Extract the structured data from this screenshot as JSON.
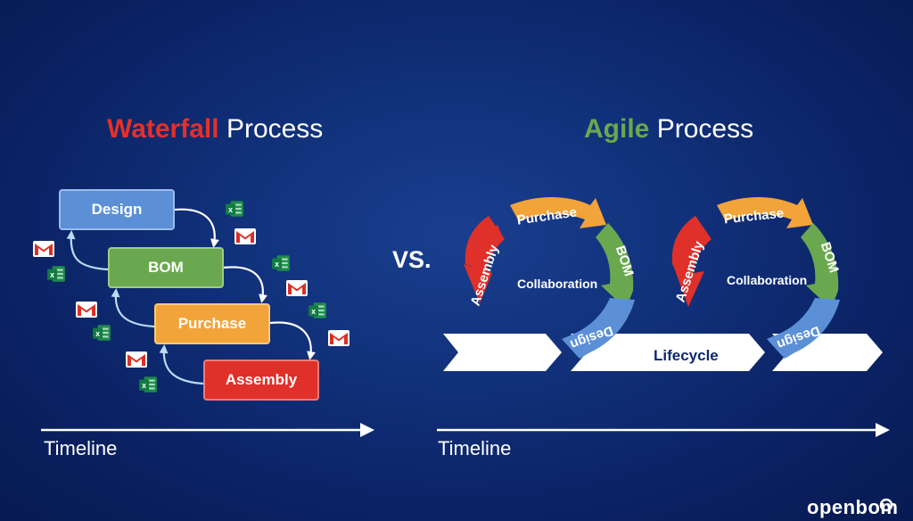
{
  "waterfall": {
    "title_accent": "Waterfall",
    "title_rest": "Process",
    "steps": [
      {
        "label": "Design",
        "color": "#5b8fd6"
      },
      {
        "label": "BOM",
        "color": "#6aa84f"
      },
      {
        "label": "Purchase",
        "color": "#f2a33a"
      },
      {
        "label": "Assembly",
        "color": "#e0302a"
      }
    ],
    "timeline_label": "Timeline"
  },
  "vs_label": "VS.",
  "agile": {
    "title_accent": "Agile",
    "title_rest": "Process",
    "cycle_segments": [
      {
        "label": "Purchase",
        "color": "#f2a33a"
      },
      {
        "label": "BOM",
        "color": "#6aa84f"
      },
      {
        "label": "Design",
        "color": "#5b8fd6"
      },
      {
        "label": "Assembly",
        "color": "#e0302a"
      }
    ],
    "center_label": "Collaboration",
    "lifecycle_label": "Lifecycle",
    "timeline_label": "Timeline"
  },
  "brand": {
    "logo": "openbom"
  },
  "colors": {
    "background": "#0b2566",
    "waterfall_accent": "#e5302a",
    "agile_accent": "#6aa84f",
    "arrow": "#b9dcf5"
  },
  "icons": [
    "excel-icon",
    "gmail-icon"
  ]
}
